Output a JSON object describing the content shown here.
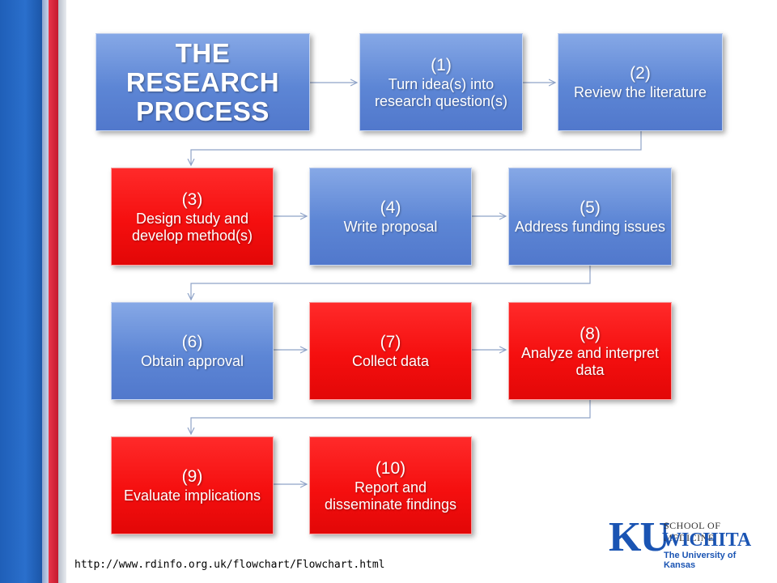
{
  "title": "THE RESEARCH PROCESS",
  "steps": [
    {
      "num": "(1)",
      "label": "Turn idea(s) into research question(s)",
      "color": "blue"
    },
    {
      "num": "(2)",
      "label": "Review the literature",
      "color": "blue"
    },
    {
      "num": "(3)",
      "label": "Design study and develop method(s)",
      "color": "red"
    },
    {
      "num": "(4)",
      "label": "Write proposal",
      "color": "blue"
    },
    {
      "num": "(5)",
      "label": "Address funding issues",
      "color": "blue"
    },
    {
      "num": "(6)",
      "label": "Obtain approval",
      "color": "blue"
    },
    {
      "num": "(7)",
      "label": "Collect data",
      "color": "red"
    },
    {
      "num": "(8)",
      "label": "Analyze and interpret data",
      "color": "red"
    },
    {
      "num": "(9)",
      "label": "Evaluate implications",
      "color": "red"
    },
    {
      "num": "(10)",
      "label": "Report and disseminate findings",
      "color": "red"
    }
  ],
  "source_url": "http://www.rdinfo.org.uk/flowchart/Flowchart.html",
  "logo": {
    "mark": "KU",
    "line1": "SCHOOL OF MEDICINE",
    "line2": "WICHITA",
    "line3": "The University of Kansas"
  },
  "colors": {
    "blue_box": "#5d86d5",
    "red_box": "#f50f0f",
    "connector": "#8fa3c8",
    "ku_blue": "#1a54b3"
  }
}
